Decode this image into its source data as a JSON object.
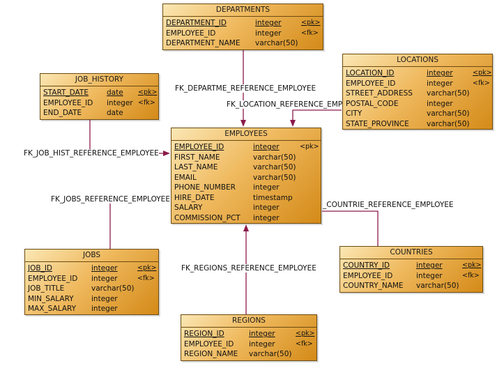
{
  "tables": {
    "departments": {
      "title": "DEPARTMENTS",
      "rows": [
        {
          "name": "DEPARTMENT_ID",
          "type": "integer",
          "key": "<pk>"
        },
        {
          "name": "EMPLOYEE_ID",
          "type": "integer",
          "key": "<fk>"
        },
        {
          "name": "DEPARTMENT_NAME",
          "type": "varchar(50)",
          "key": ""
        }
      ]
    },
    "locations": {
      "title": "LOCATIONS",
      "rows": [
        {
          "name": "LOCATION_ID",
          "type": "integer",
          "key": "<pk>"
        },
        {
          "name": "EMPLOYEE_ID",
          "type": "integer",
          "key": "<fk>"
        },
        {
          "name": "STREET_ADDRESS",
          "type": "varchar(50)",
          "key": ""
        },
        {
          "name": "POSTAL_CODE",
          "type": "integer",
          "key": ""
        },
        {
          "name": "CITY",
          "type": "varchar(50)",
          "key": ""
        },
        {
          "name": "STATE_PROVINCE",
          "type": "varchar(50)",
          "key": ""
        }
      ]
    },
    "job_history": {
      "title": "JOB_HISTORY",
      "rows": [
        {
          "name": "START_DATE",
          "type": "date",
          "key": "<pk>"
        },
        {
          "name": "EMPLOYEE_ID",
          "type": "integer",
          "key": "<fk>"
        },
        {
          "name": "END_DATE",
          "type": "date",
          "key": ""
        }
      ]
    },
    "employees": {
      "title": "EMPLOYEES",
      "rows": [
        {
          "name": "EMPLOYEE_ID",
          "type": "integer",
          "key": "<pk>"
        },
        {
          "name": "FIRST_NAME",
          "type": "varchar(50)",
          "key": ""
        },
        {
          "name": "LAST_NAME",
          "type": "varchar(50)",
          "key": ""
        },
        {
          "name": "EMAIL",
          "type": "varchar(50)",
          "key": ""
        },
        {
          "name": "PHONE_NUMBER",
          "type": "integer",
          "key": ""
        },
        {
          "name": "HIRE_DATE",
          "type": "timestamp",
          "key": ""
        },
        {
          "name": "SALARY",
          "type": "integer",
          "key": ""
        },
        {
          "name": "COMMISSION_PCT",
          "type": "integer",
          "key": ""
        }
      ]
    },
    "jobs": {
      "title": "JOBS",
      "rows": [
        {
          "name": "JOB_ID",
          "type": "integer",
          "key": "<pk>"
        },
        {
          "name": "EMPLOYEE_ID",
          "type": "integer",
          "key": "<fk>"
        },
        {
          "name": "JOB_TITLE",
          "type": "varchar(50)",
          "key": ""
        },
        {
          "name": "MIN_SALARY",
          "type": "integer",
          "key": ""
        },
        {
          "name": "MAX_SALARY",
          "type": "integer",
          "key": ""
        }
      ]
    },
    "countries": {
      "title": "COUNTRIES",
      "rows": [
        {
          "name": "COUNTRY_ID",
          "type": "integer",
          "key": "<pk>"
        },
        {
          "name": "EMPLOYEE_ID",
          "type": "integer",
          "key": "<fk>"
        },
        {
          "name": "COUNTRY_NAME",
          "type": "varchar(50)",
          "key": ""
        }
      ]
    },
    "regions": {
      "title": "REGIONS",
      "rows": [
        {
          "name": "REGION_ID",
          "type": "integer",
          "key": "<pk>"
        },
        {
          "name": "EMPLOYEE_ID",
          "type": "integer",
          "key": "<fk>"
        },
        {
          "name": "REGION_NAME",
          "type": "varchar(50)",
          "key": ""
        }
      ]
    }
  },
  "relationships": {
    "departments": "FK_DEPARTME_REFERENCE_EMPLOYEE",
    "locations": "FK_LOCATION_REFERENCE_EMPL",
    "job_history": "FK_JOB_HIST_REFERENCE_EMPLOYEE",
    "jobs": "FK_JOBS_REFERENCE_EMPLOYEE",
    "countries": "_COUNTRIE_REFERENCE_EMPLOYEE",
    "regions": "FK_REGIONS_REFERENCE_EMPLOYEE"
  },
  "colors": {
    "line": "#8b1a4a",
    "border": "#6b4a10",
    "fill": "#e8a840"
  }
}
